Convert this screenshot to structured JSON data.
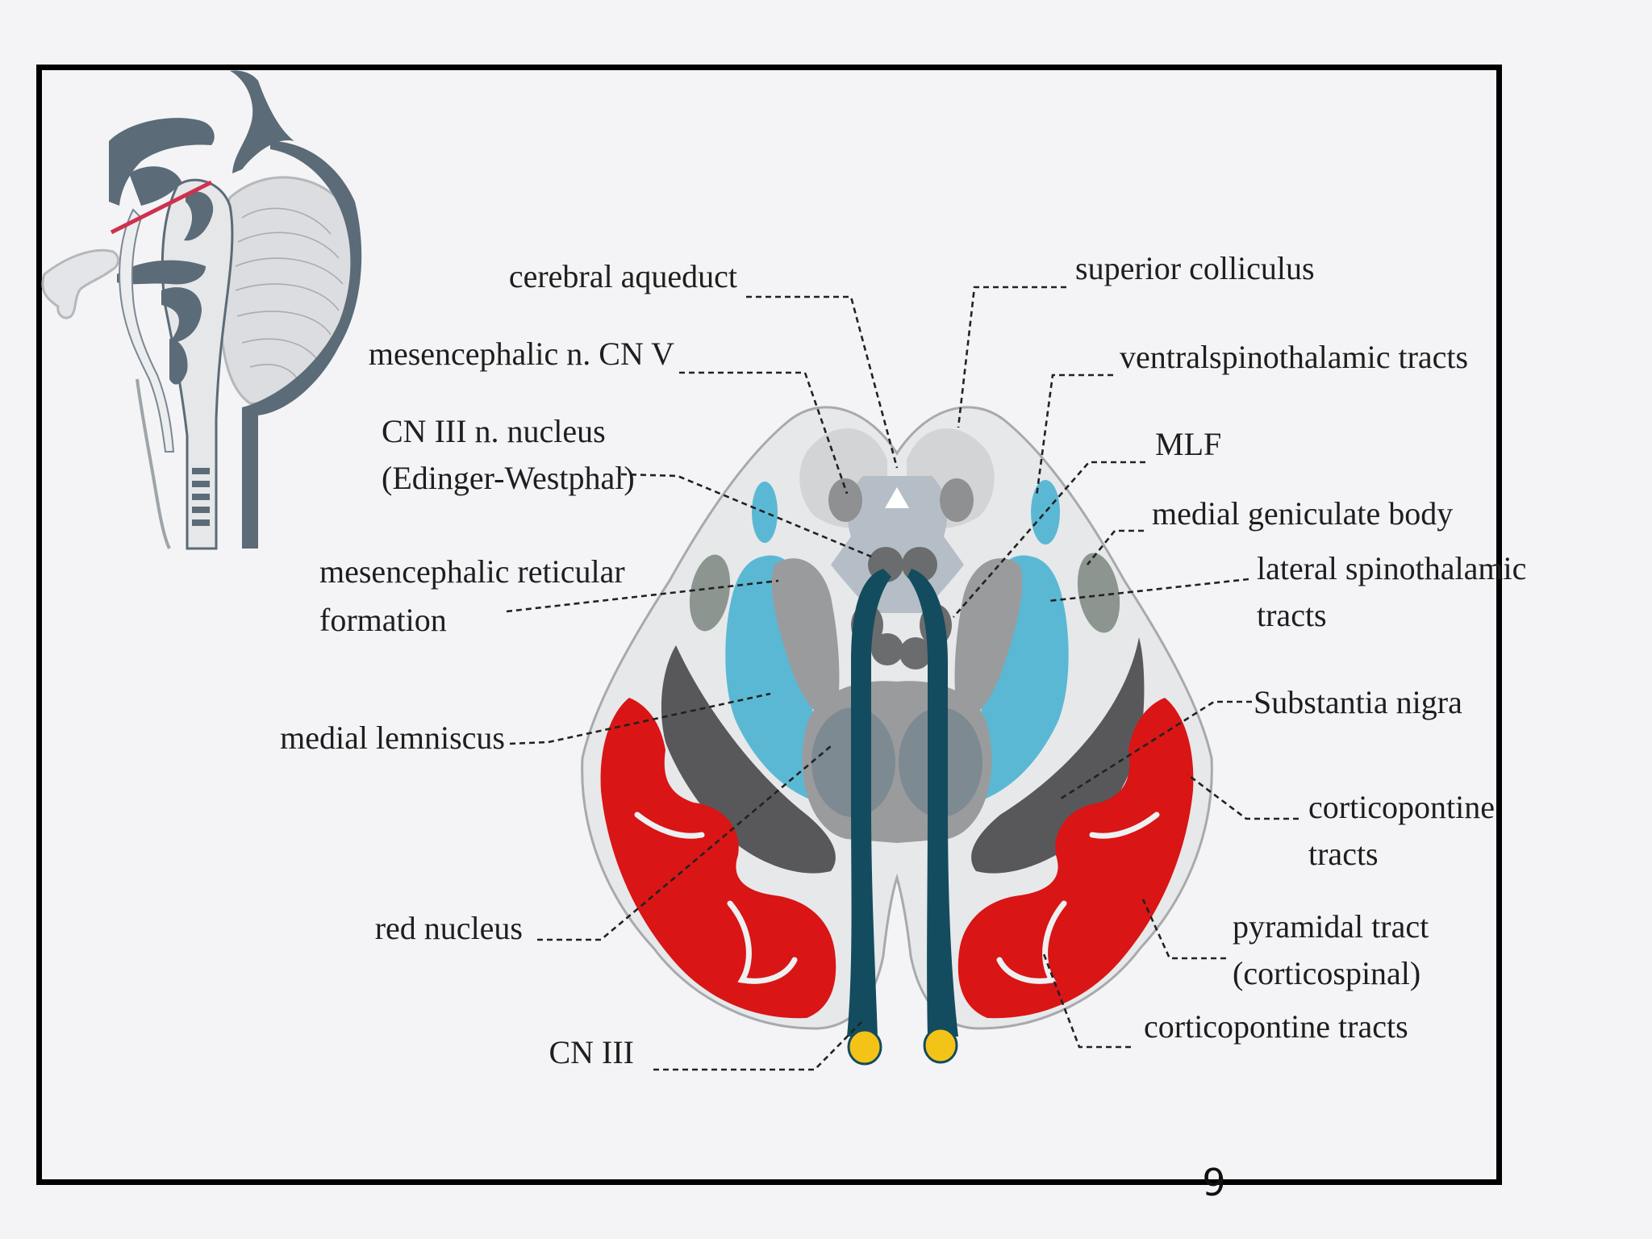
{
  "labels": {
    "cerebral_aqueduct": "cerebral aqueduct",
    "mesencephalic_n_cn_v": "mesencephalic n. CN V",
    "cn3_nucleus_line1": "CN III n. nucleus",
    "cn3_nucleus_line2": "(Edinger-Westphal)",
    "reticular_line1": "mesencephalic reticular",
    "reticular_line2": "formation",
    "medial_lemniscus": "medial lemniscus",
    "red_nucleus": "red nucleus",
    "cn3": "CN III",
    "superior_colliculus": "superior colliculus",
    "ventral_spinothalamic": "ventralspinothalamic tracts",
    "mlf": "MLF",
    "medial_geniculate": "medial geniculate body",
    "lateral_spinothalamic_line1": "lateral spinothalamic",
    "lateral_spinothalamic_line2": "tracts",
    "substantia_nigra": "Substantia nigra",
    "corticopontine_line1": "corticopontine",
    "corticopontine_line2": "tracts",
    "pyramidal_line1": "pyramidal tract",
    "pyramidal_line2": "(corticospinal)",
    "corticopontine_bottom": "corticopontine tracts"
  },
  "page_number": "9",
  "colors": {
    "outline_fill": "#e7e8ea",
    "tectum": "#d3d4d6",
    "blue_tract": "#5bb8d4",
    "dark_gray": "#58585a",
    "mid_gray": "#9a9b9d",
    "red_tract": "#d91515",
    "cn3_nerve": "#134c5e",
    "cn3_tip": "#f3c318",
    "sagittal_dark": "#5b6b77",
    "section_line": "#d0304c"
  }
}
